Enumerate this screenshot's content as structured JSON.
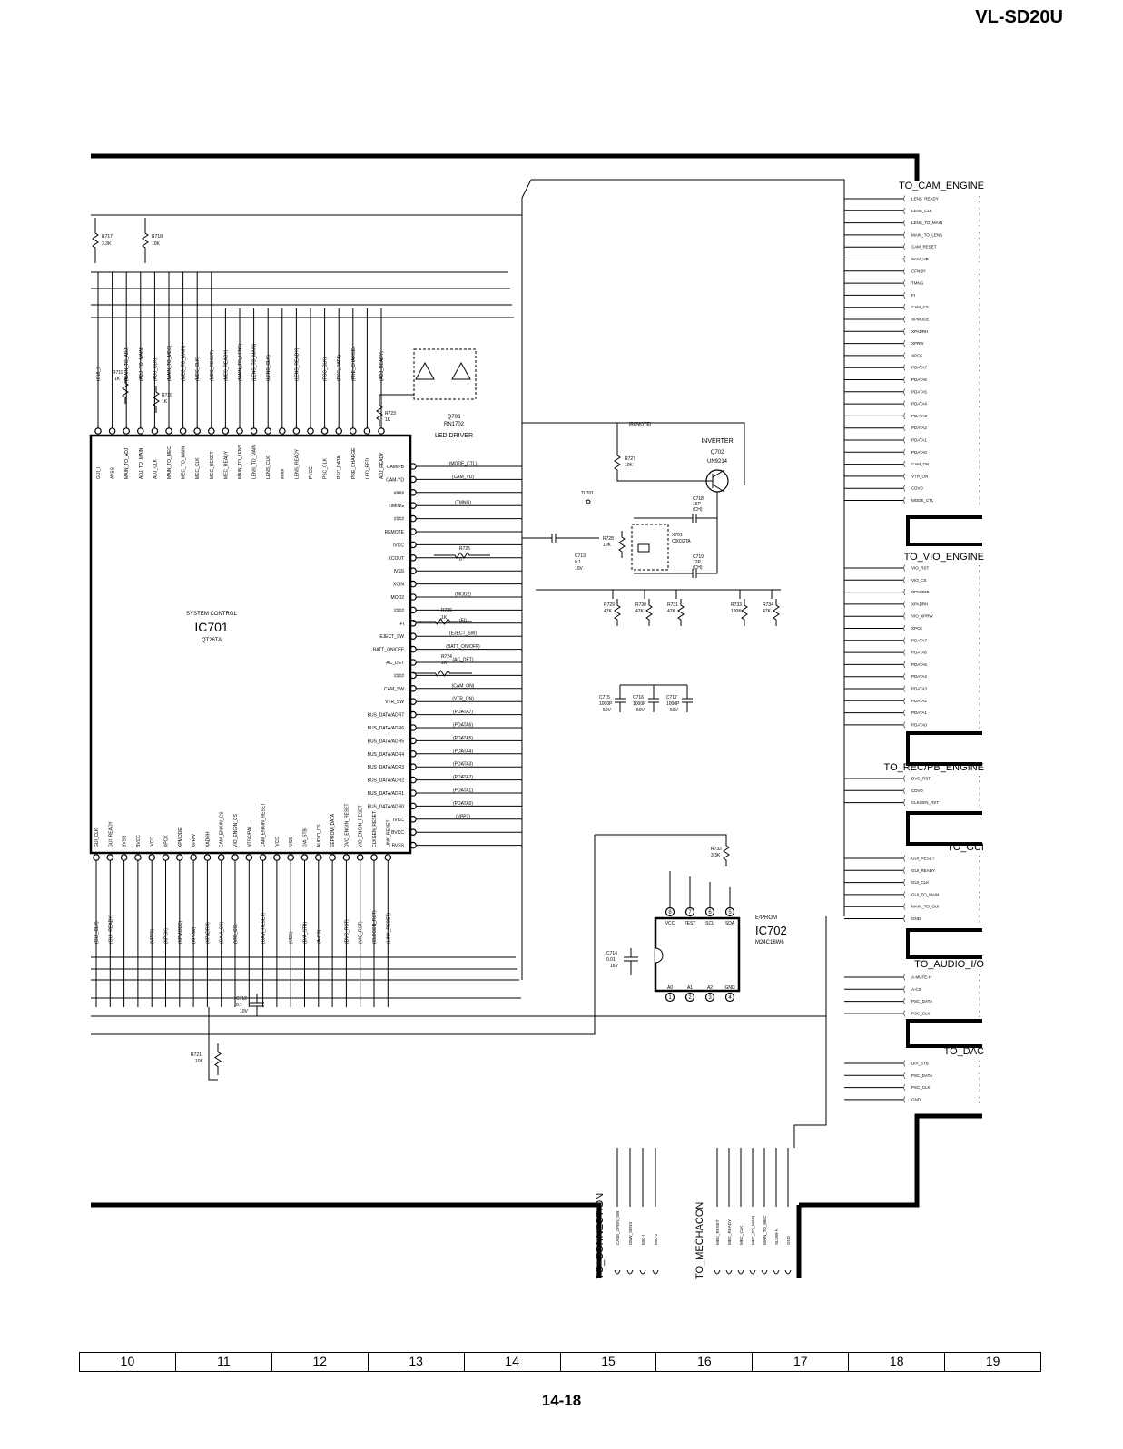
{
  "header": {
    "model": "VL-SD20U"
  },
  "footer": {
    "page_number": "14-18"
  },
  "grid_columns": [
    "10",
    "11",
    "12",
    "13",
    "14",
    "15",
    "16",
    "17",
    "18",
    "19"
  ],
  "ic701": {
    "ref": "IC701",
    "part": "QT26TA",
    "title": "SYSTEM CONTROL",
    "right_pins": [
      "CAM/PB",
      "CAM-YD",
      "####",
      "TIMING",
      "####",
      "REMOTE",
      "IVCC",
      "XCOUT",
      "IVSS",
      "XCIN",
      "MOD2",
      "####",
      "FI",
      "EJECT_SW",
      "BATT_ON/OFF",
      "AC_DET",
      "####",
      "CAM_SW",
      "VTR_SW",
      "BUS_DATA/ADR7",
      "BUS_DATA/ADR6",
      "BUS_DATA/ADR5",
      "BUS_DATA/ADR4",
      "BUS_DATA/ADR3",
      "BUS_DATA/ADR2",
      "BUS_DATA/ADR1",
      "BUS_DATA/ADR0",
      "IVCC",
      "BVCC",
      "BVSS"
    ],
    "right_signals": [
      "(MODE_CTL)",
      "(CAM_VD)",
      "",
      "(TMNG)",
      "",
      "",
      "",
      "",
      "",
      "",
      "(MOD2)",
      "",
      "(FI)",
      "(EJECT_SW)",
      "(BATT_ON/OFF)",
      "(AC_DET)",
      "",
      "(CAM_ON)",
      "(VTR_ON)",
      "(PDATA7)",
      "(PDATA6)",
      "(PDATA5)",
      "(PDATA4)",
      "(PDATA3)",
      "(PDATA2)",
      "(PDATA1)",
      "(PDATA0)",
      "(VPP2)",
      "",
      ""
    ],
    "top_pins": [
      "GUI_I",
      "AVSS",
      "MAIN_TO_ADJ",
      "ADJ_TO_MAIN",
      "ADJ_CLK",
      "MAIN_TO_MEC",
      "MEC_TO_MAIN",
      "MEC_CLK",
      "MEC_RESET",
      "MEC_READY",
      "MAIN_TO_LENS",
      "LENS_TO_MAIN",
      "LENS_CLK",
      "####",
      "LENS_READY",
      "PVCC",
      "PSC_CLK",
      "PSC_DATA",
      "PRE_CHARGE",
      "LED_RED",
      "ADJ_READY"
    ],
    "top_signals": [
      "(GUI_I)",
      "",
      "(MAIN_TO_ADJ)",
      "(ADJ_TO_MAIN)",
      "(ADJ_CLK)",
      "(MAIN_TO_MEC)",
      "(MEC_TO_MAIN)",
      "(MEC_CLK)",
      "(MEC_RESET)",
      "(MEC_READY)",
      "(MAIN_TO_LENS)",
      "(LENS_TO_MAIN)",
      "(LENS_CLK)",
      "",
      "(LENS_READY)",
      "",
      "(PSC_CLK)",
      "(PSC_DATA)",
      "(PRE_CHARGE)",
      "",
      "(ADJ_READY)"
    ],
    "bottom_pins": [
      "GUI_CLK",
      "GUI_READY",
      "BVSS",
      "BVCC",
      "IVCC",
      "XPCK",
      "XPMODE",
      "XPRW",
      "XADRH",
      "CAM_ENGIN_CS",
      "VIO_ENGIN_CS",
      "NTSC/PAL",
      "CAM_ENGIN_RESET",
      "IVCC",
      "IVSS",
      "D/A_STB",
      "AUDIO_CS",
      "EEPROM_DATA",
      "DVC_ENGIN_RESET",
      "VIO_ENGIN_RESET",
      "CLKGEN_RESET",
      "LINK_RESET"
    ],
    "bottom_signals": [
      "(GUI_CLK)",
      "(GUI_READY)",
      "",
      "",
      "(VPP1)",
      "(XPCK)",
      "(XPMODE)",
      "(XPRW)",
      "(XPADRH)",
      "(CAM_CS)",
      "(VIO_CS)",
      "",
      "(CAM_RESET)",
      "",
      "(VEE)",
      "(D/A_STB)",
      "(A-CS)",
      "",
      "(DVC_RST)",
      "(VIO_RST)",
      "(CLKGEN_RST)",
      "(LINK_RESET)"
    ]
  },
  "components": {
    "r717": {
      "ref": "R717",
      "value": "3.3K"
    },
    "r718": {
      "ref": "R718",
      "value": "10K"
    },
    "r719": {
      "ref": "R719",
      "value": "1K"
    },
    "r720": {
      "ref": "R720",
      "value": "1K"
    },
    "r721": {
      "ref": "R721",
      "value": "10K"
    },
    "r723": {
      "ref": "R723",
      "value": "1K"
    },
    "r724": {
      "ref": "R724",
      "value": "1K"
    },
    "r725": {
      "ref": "R725",
      "value": "0"
    },
    "r726": {
      "ref": "R726",
      "value": "1K"
    },
    "r727": {
      "ref": "R727",
      "value": "10K"
    },
    "r728": {
      "ref": "R728",
      "value": "10K"
    },
    "r729": {
      "ref": "R729",
      "value": "47K"
    },
    "r730": {
      "ref": "R730",
      "value": "47K"
    },
    "r731": {
      "ref": "R731",
      "value": "47K"
    },
    "r733": {
      "ref": "R733",
      "value": "100K"
    },
    "r734": {
      "ref": "R734",
      "value": "47K"
    },
    "r732": {
      "ref": "R732",
      "value": "3.3K"
    },
    "q703": {
      "ref": "Q703",
      "part": "RN1702",
      "desc": "LED DRIVER"
    },
    "q702": {
      "ref": "Q702",
      "part": "UN9214",
      "desc": "INVERTER"
    },
    "x701": {
      "ref": "X701",
      "part": "C0032TA"
    },
    "c718": {
      "ref": "C718",
      "value": "15P",
      "type": "(CH)"
    },
    "c719": {
      "ref": "C719",
      "value": "12P",
      "type": "(CH)"
    },
    "c713": {
      "ref": "C713",
      "value": "0.1",
      "volt": "10V"
    },
    "c714": {
      "ref": "C714",
      "value": "0.01",
      "volt": "16V"
    },
    "c712": {
      "ref": "C712",
      "value": "0.1",
      "volt": "10V"
    },
    "c715": {
      "ref": "C715",
      "value": "1000P",
      "volt": "50V"
    },
    "c716": {
      "ref": "C716",
      "value": "1000P",
      "volt": "50V"
    },
    "c717": {
      "ref": "C717",
      "value": "1000P",
      "volt": "50V"
    },
    "tl701": {
      "ref": "TL701"
    },
    "ic702": {
      "ref": "IC702",
      "part": "M24C16W6",
      "type": "E²PROM",
      "top_pins": [
        "VCC",
        "TEST",
        "SCL",
        "SDA"
      ],
      "bottom_pins": [
        "A0",
        "A1",
        "A2",
        "GND"
      ],
      "top_nums": [
        "8",
        "7",
        "6",
        "5"
      ],
      "bottom_nums": [
        "1",
        "2",
        "3",
        "4"
      ]
    },
    "remote_label": "(REMOTE)"
  },
  "connectors": {
    "cam_engine": {
      "title": "TO_CAM_ENGINE",
      "signals": [
        "LENS_READY",
        "LENS_CLK",
        "LENS_TO_MAIN",
        "MAIN_TO_LENS",
        "CAM_RESET",
        "CAM_VD",
        "CFNSH",
        "TMNG",
        "FI",
        "CAM_CS",
        "XPMODE",
        "XPADRH",
        "XPRW",
        "XPCK",
        "PDATA7",
        "PDATA6",
        "PDATA5",
        "PDATA4",
        "PDATA3",
        "PDATA2",
        "PDATA1",
        "PDATA0",
        "CAM_ON",
        "VTR_ON",
        "CDVD",
        "MODE_CTL"
      ]
    },
    "vio_engine": {
      "title": "TO_VIO_ENGINE",
      "signals": [
        "VIO_RST",
        "VIO_CS",
        "XPMODE",
        "XPADRH",
        "VIO_XPRW",
        "XPCK",
        "PDATA7",
        "PDATA6",
        "PDATA5",
        "PDATA4",
        "PDATA3",
        "PDATA2",
        "PDATA1",
        "PDATA0"
      ]
    },
    "rec_pb": {
      "title": "TO_REC/PB_ENGINE",
      "signals": [
        "DVC_RST",
        "CDVD",
        "CLKGEN_RST"
      ]
    },
    "gui": {
      "title": "TO_GUI",
      "signals": [
        "GUI_RESET",
        "GUI_READY",
        "GUI_CLK",
        "GUI_TO_MAIN",
        "MAIN_TO_GUI",
        "GND"
      ]
    },
    "audio": {
      "title": "TO_AUDIO_I/O",
      "signals": [
        "A-MUTE-H",
        "A-CS",
        "PSC_DATA",
        "PSC_CLK"
      ]
    },
    "dac": {
      "title": "TO_DAC",
      "signals": [
        "D/A_STB",
        "PSC_DATA",
        "PSC_CLK",
        "GND"
      ]
    },
    "connection": {
      "title": "TO_CONNECTION",
      "signals": [
        "CASE_OPEN_SW",
        "DEW_SENS",
        "MIC-I",
        "MIC-2"
      ]
    },
    "mechacon": {
      "title": "TO_MECHACON",
      "signals": [
        "MEC_RESET",
        "MEC_READY",
        "MEC_CLK",
        "MEC_TO_MAIN",
        "MAIN_TO_MEC",
        "SLOW-H",
        "GND"
      ]
    }
  }
}
